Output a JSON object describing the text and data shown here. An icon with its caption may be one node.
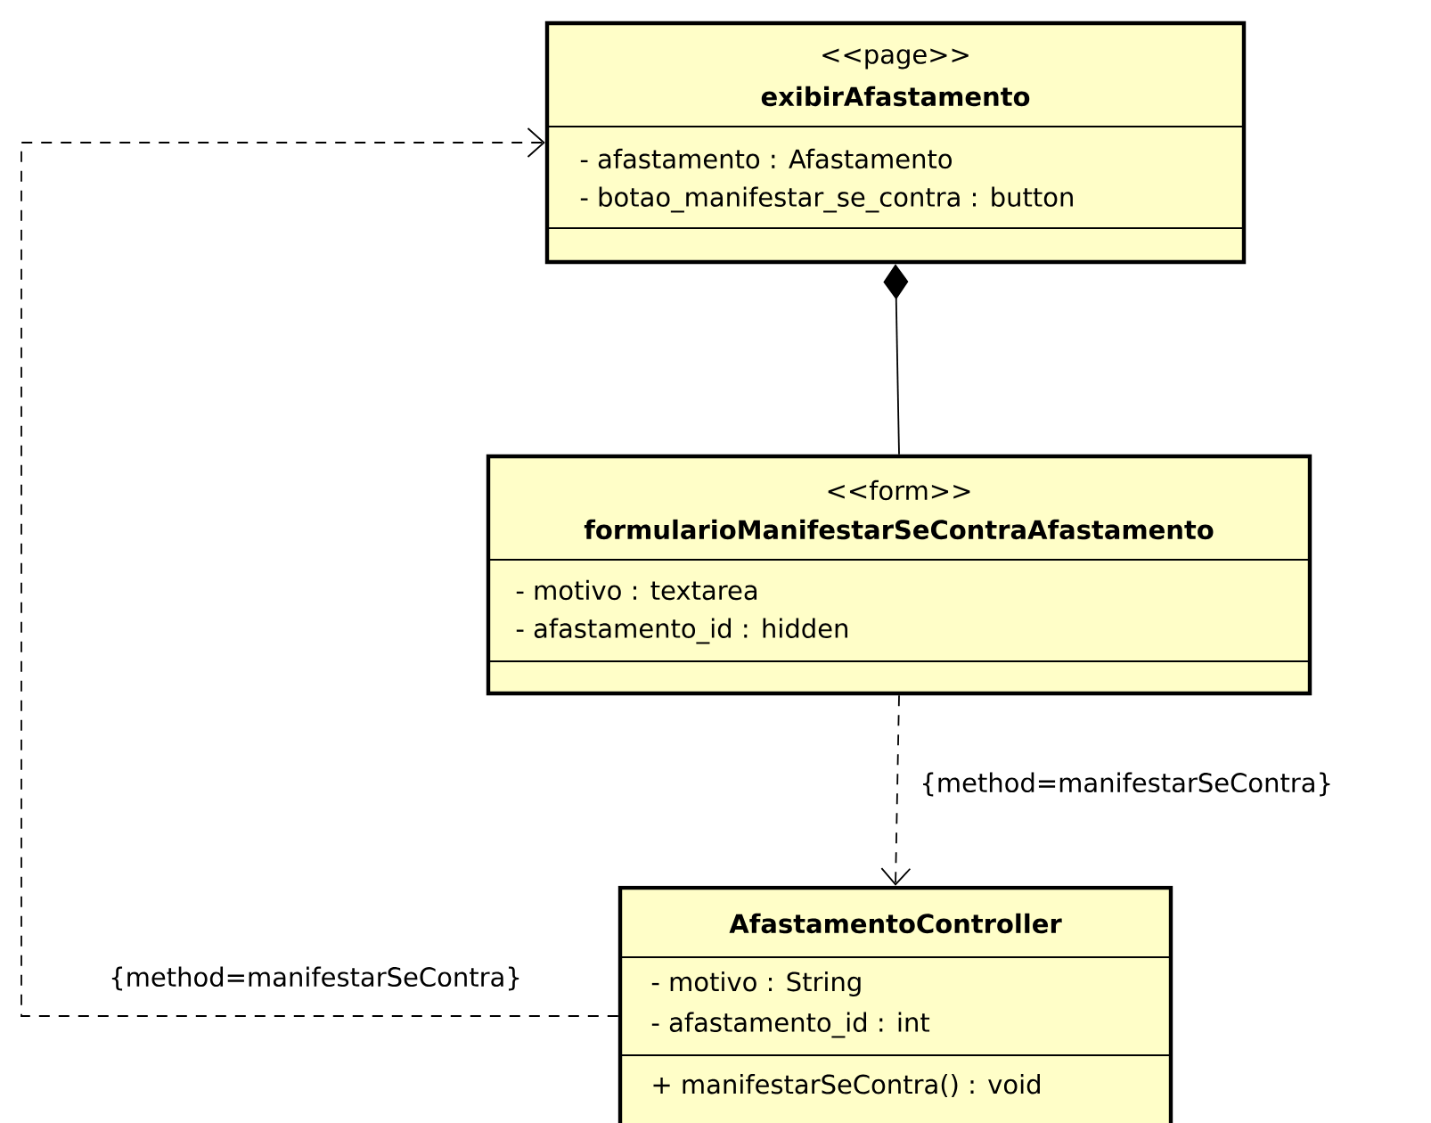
{
  "diagram": {
    "nodes": [
      {
        "text": [
          "<<page>>",
          "exibirAfastamento",
          "- afastamento : Afastamento",
          "- botao_manifestar_se_contra : button"
        ]
      },
      {
        "text": [
          "<<form>>",
          "formularioManifestarSeContraAfastamento",
          "- motivo : textarea",
          "- afastamento_id : hidden"
        ]
      },
      {
        "text": [
          "AfastamentoController",
          "- motivo : String",
          "- afastamento_id : int",
          "+ manifestarSeContra() : void"
        ]
      }
    ],
    "edges": [
      {
        "from": 1,
        "to": 0,
        "arrow": "other"
      },
      {
        "from": 1,
        "to": 2,
        "arrow": "to",
        "style": "dashed",
        "label": "{method=manifestarSeContra}"
      },
      {
        "from": 2,
        "to": 0,
        "arrow": "to",
        "style": "dashed",
        "label": "{method=manifestarSeContra}"
      }
    ]
  }
}
